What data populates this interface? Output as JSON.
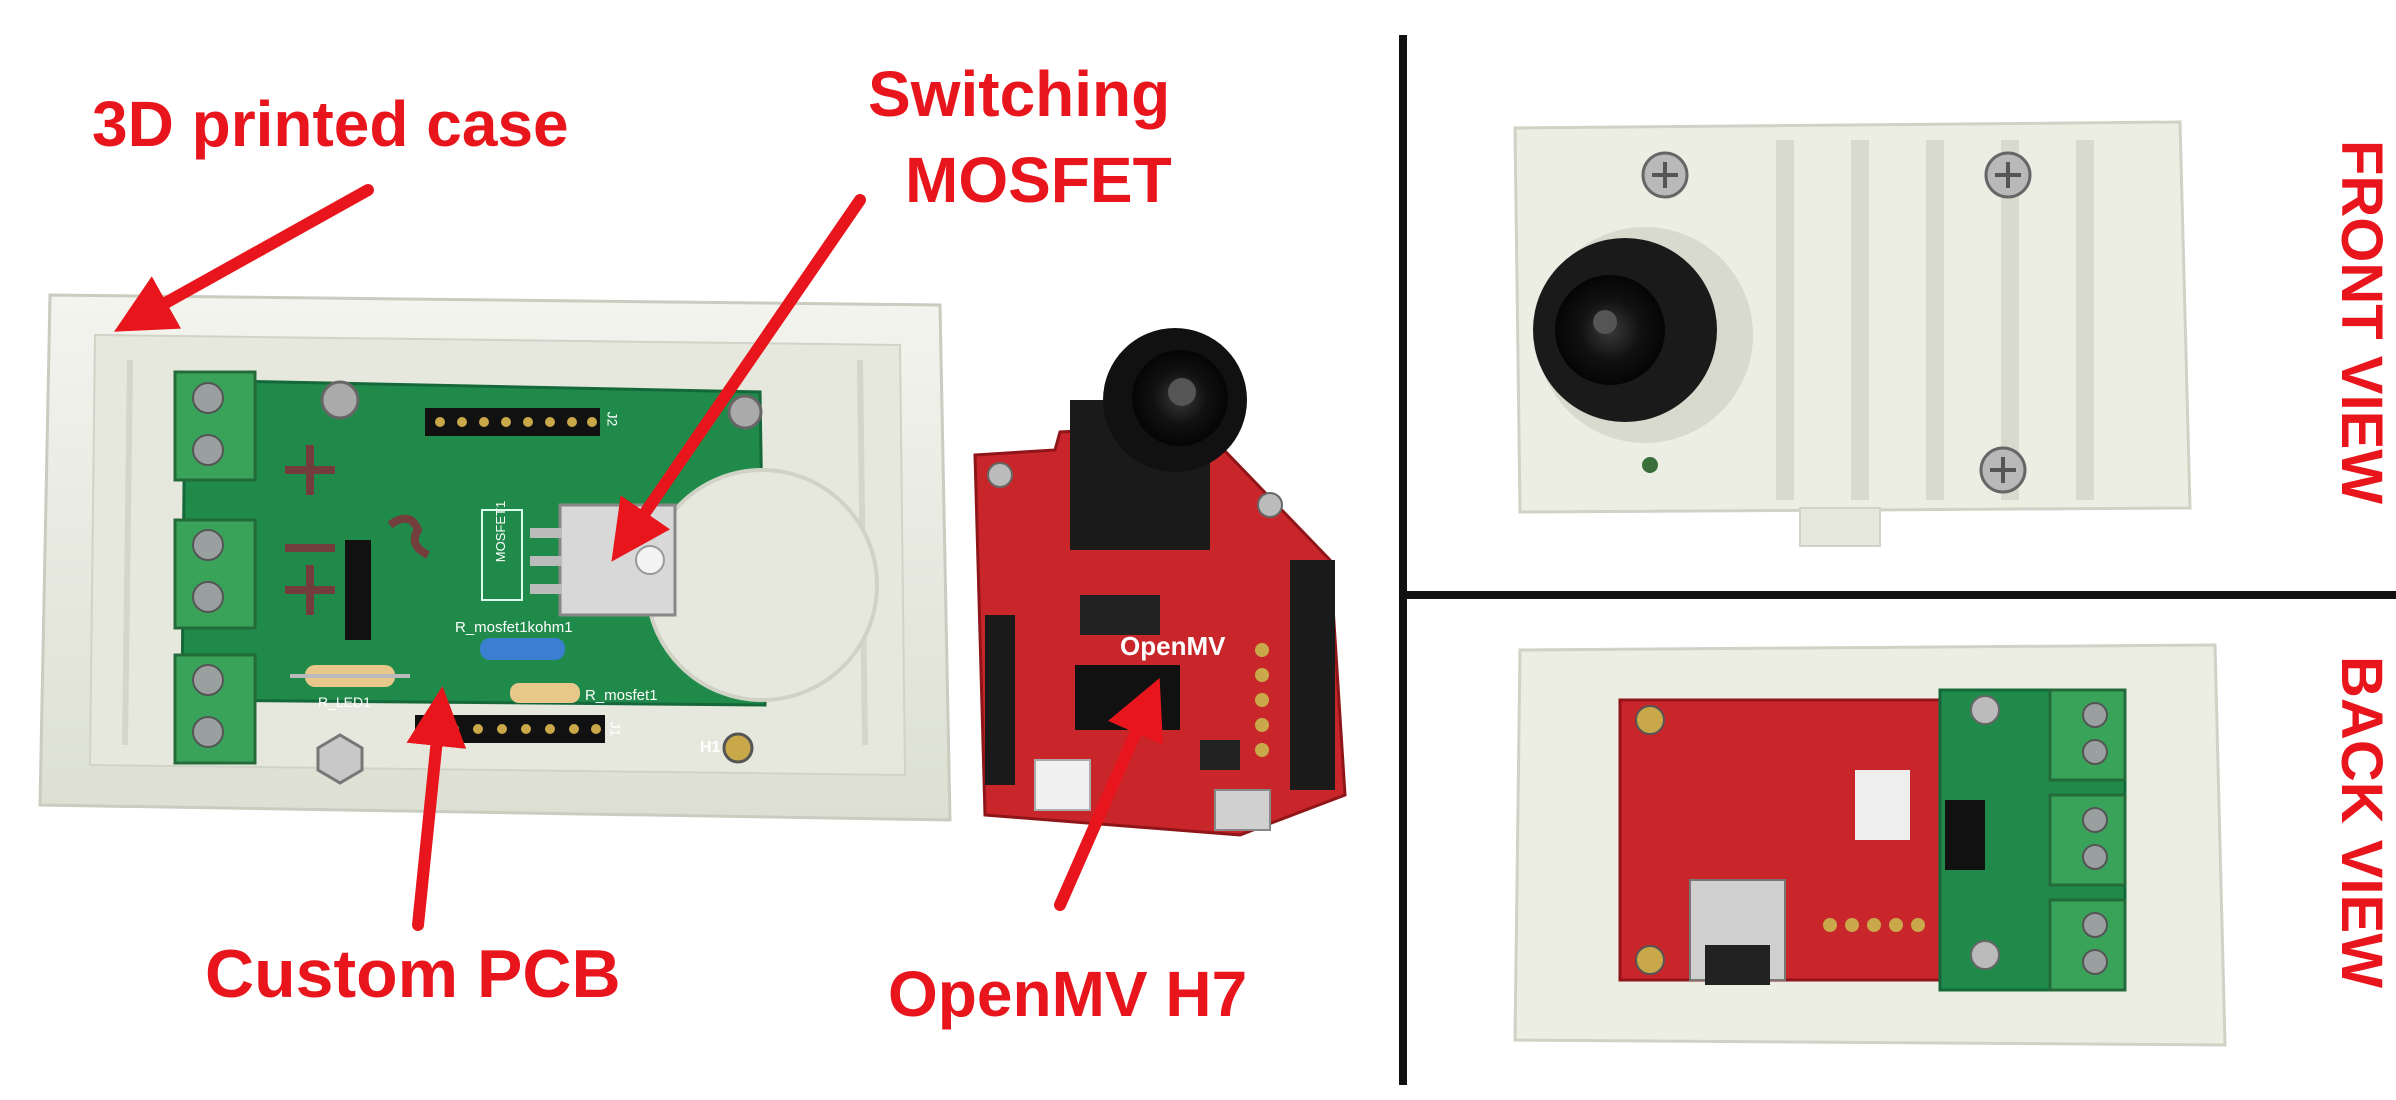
{
  "labels": {
    "case": "3D printed case",
    "switching": "Switching",
    "mosfet": "MOSFET",
    "custom_pcb": "Custom PCB",
    "openmv": "OpenMV H7",
    "front_view": "FRONT VIEW",
    "back_view": "BACK VIEW"
  },
  "pcb_silkscreen": {
    "j2": "J2",
    "j1": "J1",
    "mosfet1": "MOSFET1",
    "r_mosfet1kohm1": "R_mosfet1kohm1",
    "r_mosfet1": "R_mosfet1",
    "r_led1": "R_LED1",
    "h1": "H1"
  },
  "board_logo": "OpenMV",
  "colors": {
    "label_red": "#e8161c",
    "pcb_green": "#1f8a4a",
    "terminal_green": "#3aa35a",
    "board_red": "#c8262a",
    "case_white": "#eef0e8",
    "divider": "#111111"
  }
}
